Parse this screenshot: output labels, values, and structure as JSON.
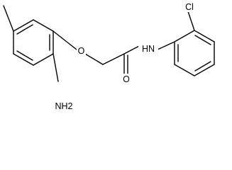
{
  "molecule": {
    "atoms": {
      "oxygen_ether": "O",
      "nitrogen_amide": "HN",
      "chlorine": "Cl",
      "amine": "NH2",
      "oxygen_carbonyl": "O"
    }
  }
}
